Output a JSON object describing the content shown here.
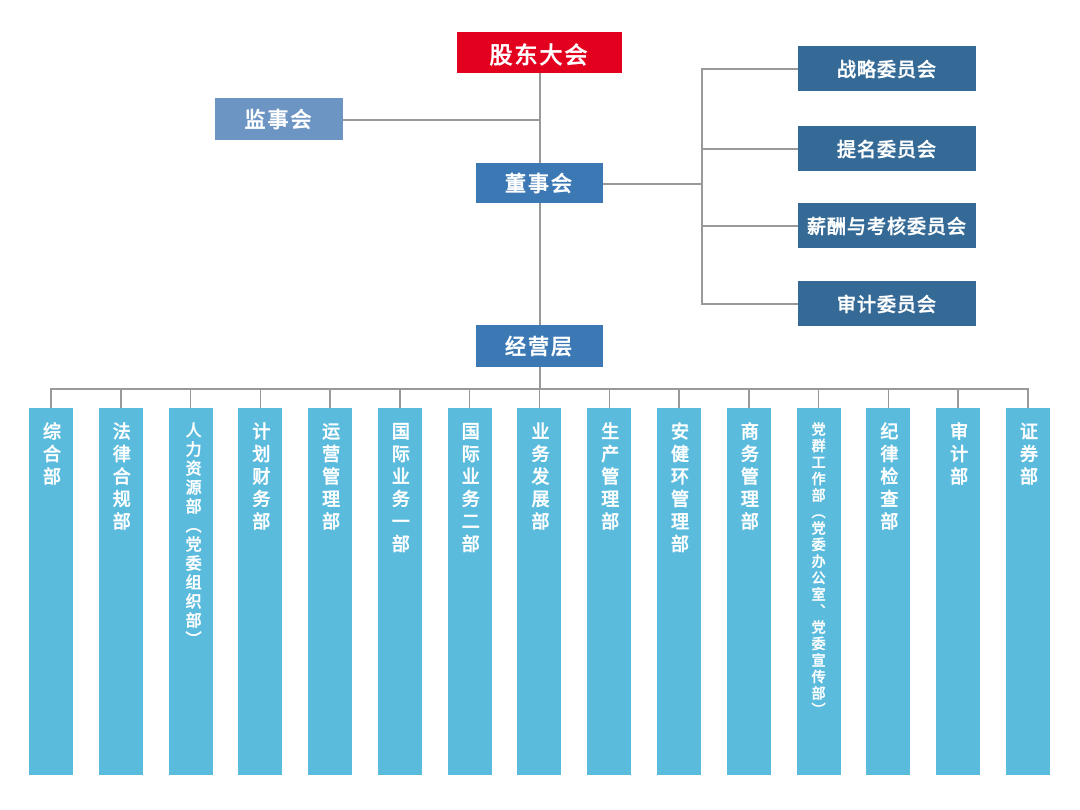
{
  "colors": {
    "shareholders_red": "#E2001E",
    "supervisory_blue": "#6D95C3",
    "board_blue": "#3C78B4",
    "committee_blue": "#356A96",
    "department_blue": "#5BBBDD",
    "line_gray": "#999999"
  },
  "shareholders": {
    "label": "股东大会"
  },
  "supervisory": {
    "label": "监事会"
  },
  "board": {
    "label": "董事会"
  },
  "management": {
    "label": "经营层"
  },
  "committees": [
    {
      "label": "战略委员会"
    },
    {
      "label": "提名委员会"
    },
    {
      "label": "薪酬与考核委员会"
    },
    {
      "label": "审计委员会"
    }
  ],
  "departments": [
    {
      "label": "综合部"
    },
    {
      "label": "法律合规部"
    },
    {
      "label": "人力资源部（党委组织部）"
    },
    {
      "label": "计划财务部"
    },
    {
      "label": "运营管理部"
    },
    {
      "label": "国际业务一部"
    },
    {
      "label": "国际业务二部"
    },
    {
      "label": "业务发展部"
    },
    {
      "label": "生产管理部"
    },
    {
      "label": "安健环管理部"
    },
    {
      "label": "商务管理部"
    },
    {
      "label": "党群工作部（党委办公室、党委宣传部）"
    },
    {
      "label": "纪律检查部"
    },
    {
      "label": "审计部"
    },
    {
      "label": "证券部"
    }
  ]
}
